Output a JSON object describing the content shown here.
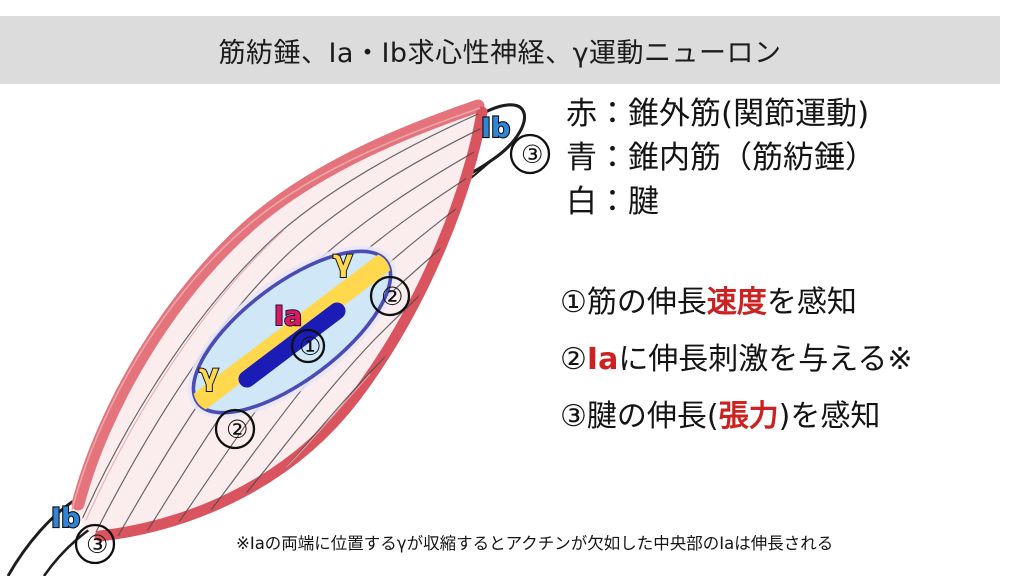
{
  "title": "筋紡錘、Ia・Ib求心性神経、γ運動ニューロン",
  "legend": {
    "rows": [
      "赤：錐外筋(関節運動)",
      "青：錐内筋（筋紡錘）",
      "白：腱"
    ]
  },
  "points": [
    {
      "prefix": "①筋の伸長",
      "highlight": "速度",
      "suffix": "を感知"
    },
    {
      "prefix": "②",
      "highlight": "Ia",
      "suffix": "に伸長刺激を与える※"
    },
    {
      "prefix": "③腱の伸長(",
      "highlight": "張力",
      "suffix": ")を感知"
    }
  ],
  "footnote": "※Iaの両端に位置するγが収縮するとアクチンが欠如した中央部のIaは伸長される",
  "diagram": {
    "labels": {
      "ib_top": "Ib",
      "ib_bottom": "Ib",
      "ia": "Ia",
      "gamma_upper": "γ",
      "gamma_lower": "γ",
      "num_top_tendon": "③",
      "num_bottom_tendon": "③",
      "num_spindle": "①",
      "num_fiber_upper": "②",
      "num_fiber_lower": "②"
    },
    "colors": {
      "extrafusal_edge": "#e4737c",
      "extrafusal_fill": "#fbeced",
      "spindle_outline": "#4b4bb5",
      "spindle_fill": "#cfe7f7",
      "gamma_band": "#ffd84d",
      "ia_afferent": "#1b1bb5",
      "tendon": "#ffffff",
      "title_band": "#dcdcdc",
      "accent_red": "#cc2222",
      "ib_blue": "#2f86d8"
    }
  }
}
